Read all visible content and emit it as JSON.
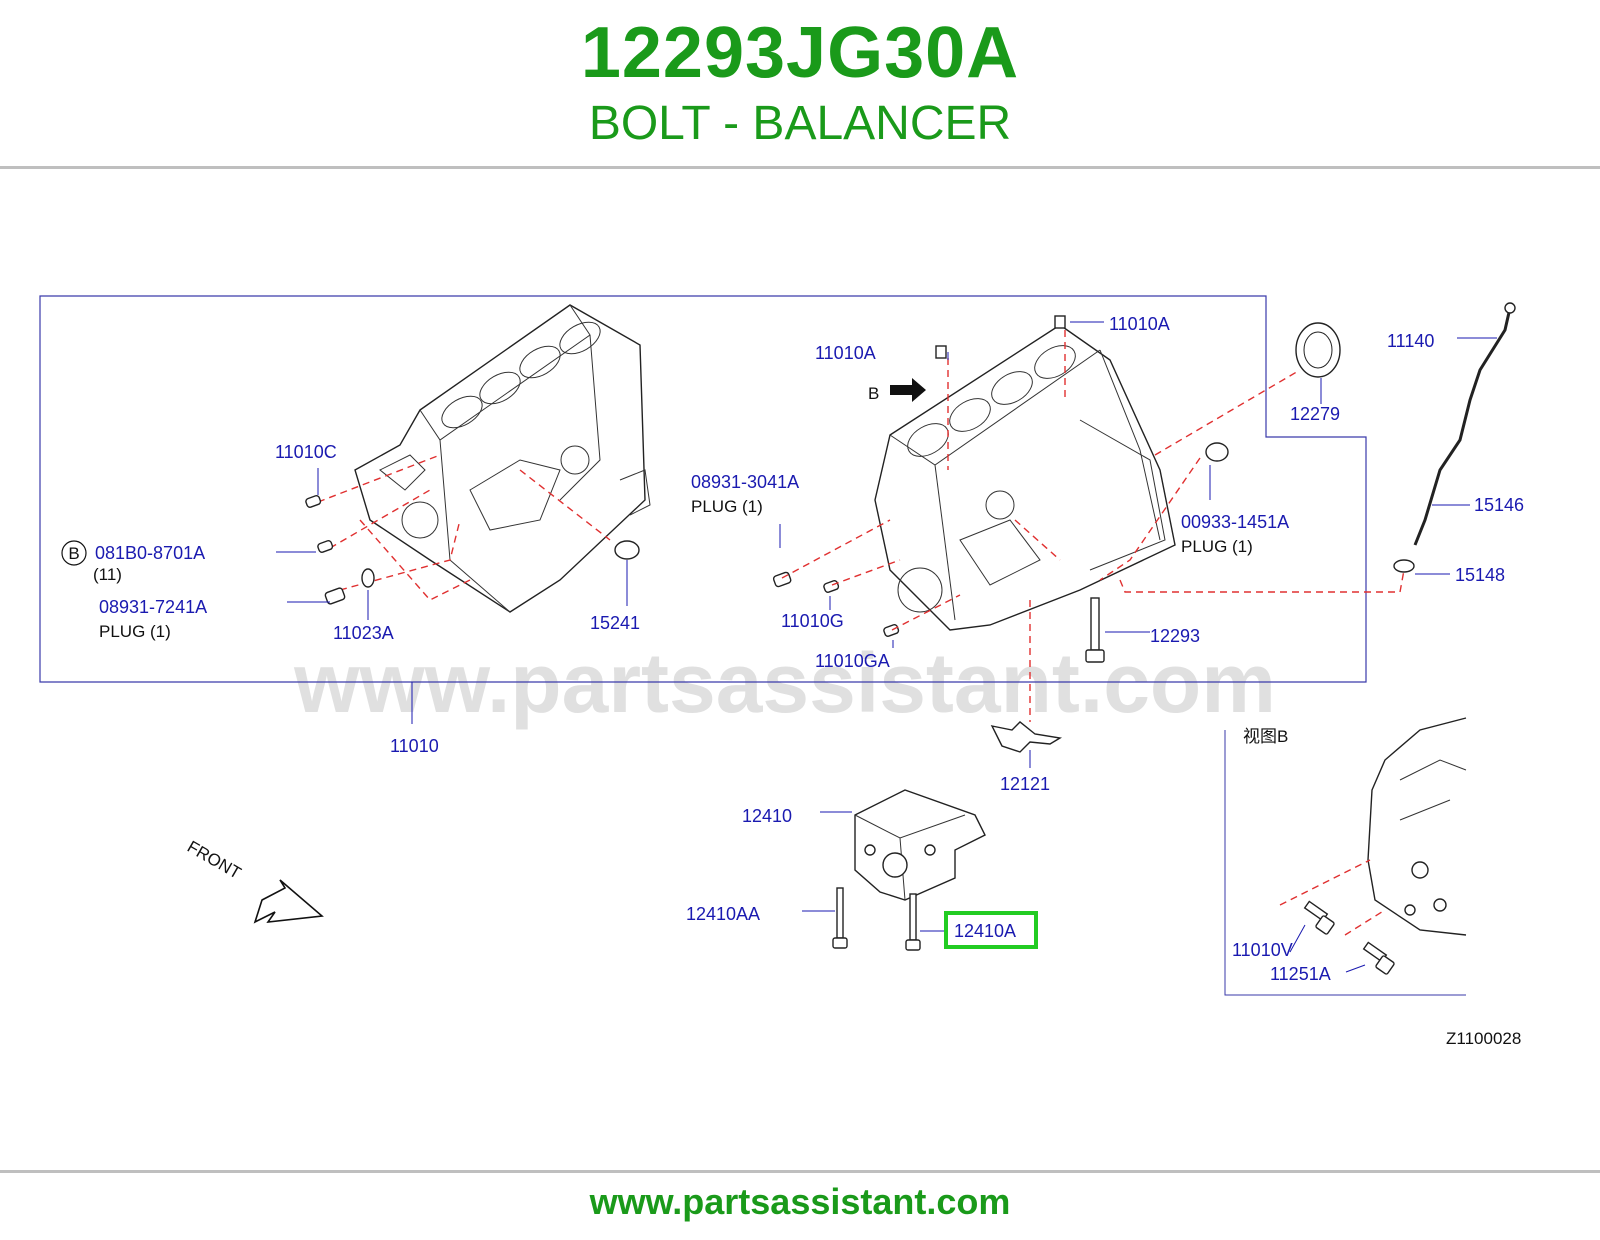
{
  "header": {
    "part_number": "12293JG30A",
    "part_name": "BOLT - BALANCER"
  },
  "footer": {
    "website": "www.partsassistant.com"
  },
  "watermark": "www.partsassistant.com",
  "diagram": {
    "code": "Z1100028",
    "front_label": "FRONT",
    "view_b_arrow_label": "B",
    "view_b_title": "视图B",
    "circle_b_label": "B",
    "highlight_color": "#22cc22",
    "parts": {
      "p11010C": "11010C",
      "p081B0": "081B0-8701A",
      "p081B0_qty": "(11)",
      "p08931_7241A": "08931-7241A",
      "plug_7241A": "PLUG   (1)",
      "p11023A": "11023A",
      "p15241": "15241",
      "p11010": "11010",
      "p11010A_1": "11010A",
      "p11010A_2": "11010A",
      "p08931_3041A": "08931-3041A",
      "plug_3041A": "PLUG   (1)",
      "p11010G": "11010G",
      "p11010GA": "11010GA",
      "p12279": "12279",
      "p11140": "11140",
      "p15146": "15146",
      "p00933": "00933-1451A",
      "plug_00933": "PLUG   (1)",
      "p15148": "15148",
      "p12293": "12293",
      "p12121": "12121",
      "p12410": "12410",
      "p12410AA": "12410AA",
      "p12410A": "12410A",
      "p11010V": "11010V",
      "p11251A": "11251A"
    }
  }
}
